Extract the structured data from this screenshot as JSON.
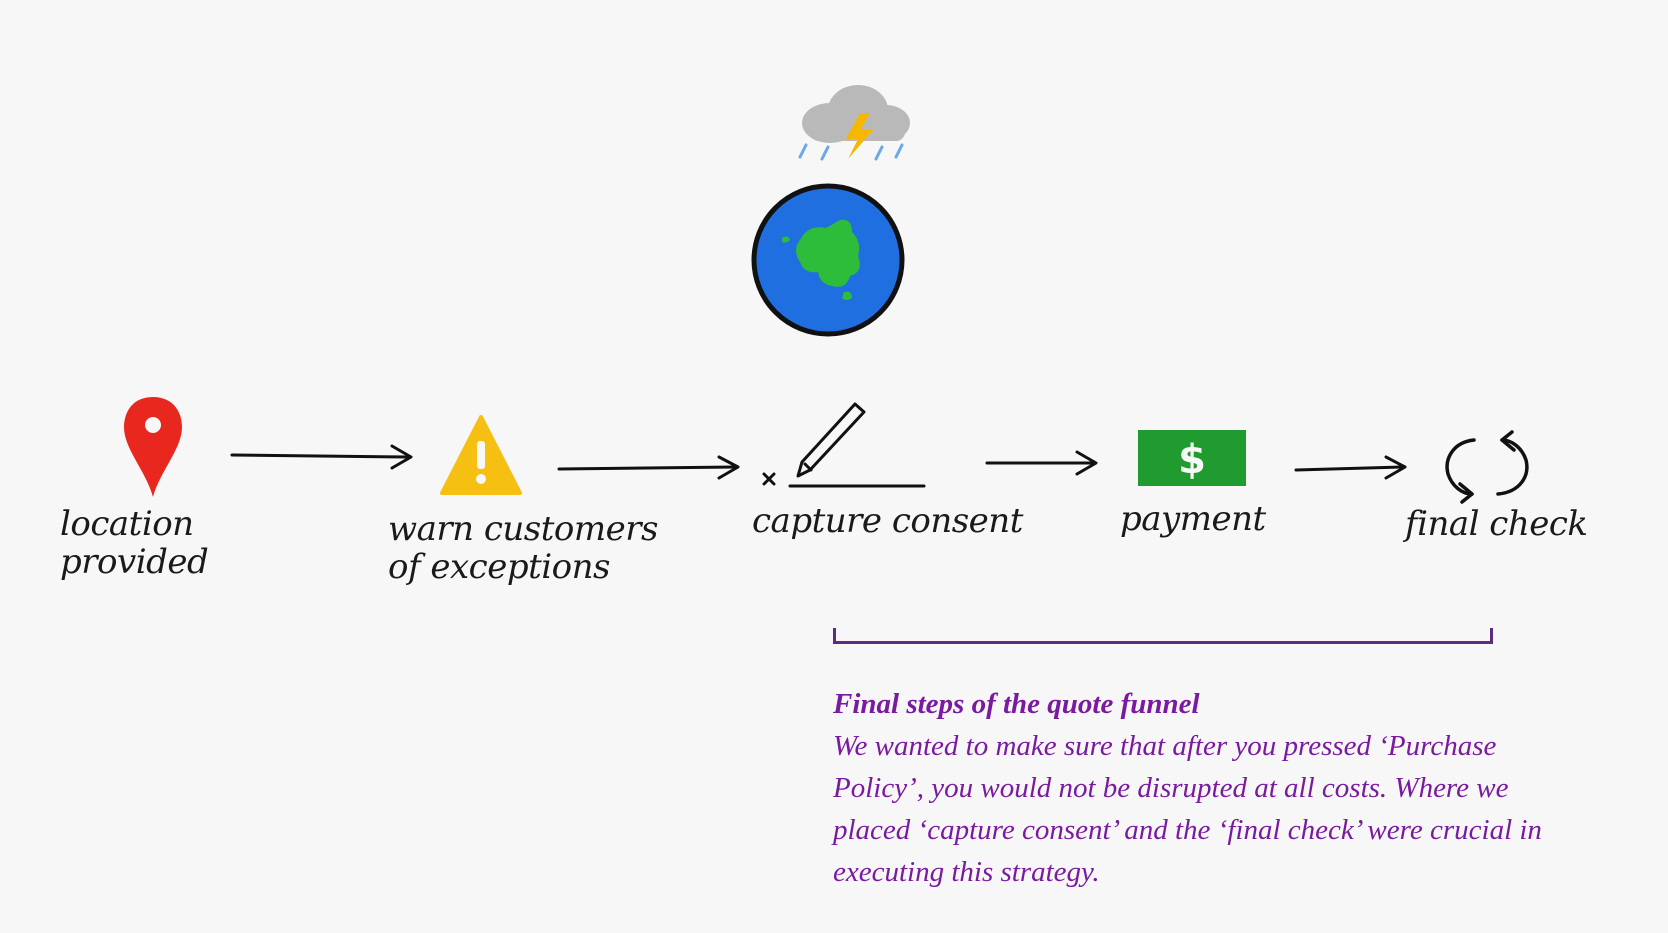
{
  "steps": [
    {
      "id": "location",
      "label": "location\nprovided",
      "icon": "map-pin-icon",
      "color": "#e8281e"
    },
    {
      "id": "warn",
      "label": "warn customers\nof exceptions",
      "icon": "warning-icon",
      "color": "#f6c012"
    },
    {
      "id": "consent",
      "label": "capture consent",
      "icon": "signature-pen-icon",
      "color": "#111111"
    },
    {
      "id": "payment",
      "label": "payment",
      "icon": "dollar-bill-icon",
      "color": "#1f9b30"
    },
    {
      "id": "final",
      "label": "final check",
      "icon": "refresh-icon",
      "color": "#111111"
    }
  ],
  "extra_icons": [
    "storm-cloud-icon",
    "globe-icon"
  ],
  "colors": {
    "background": "#f7f7f7",
    "accent_purple": "#7a1aa0",
    "bracket": "#5a2d82",
    "globe_ocean": "#1f6fe0",
    "globe_land": "#2dbd3a",
    "cloud": "#b9b9b9",
    "lightning": "#f5b800",
    "rain": "#6aa8e8"
  },
  "note": {
    "title": "Final steps of the quote funnel",
    "body": "We wanted to make sure that after you pressed ‘Purchase Policy’, you would not be disrupted at all costs. Where we placed ‘capture consent’ and the ‘final check’ were crucial in executing this strategy."
  }
}
